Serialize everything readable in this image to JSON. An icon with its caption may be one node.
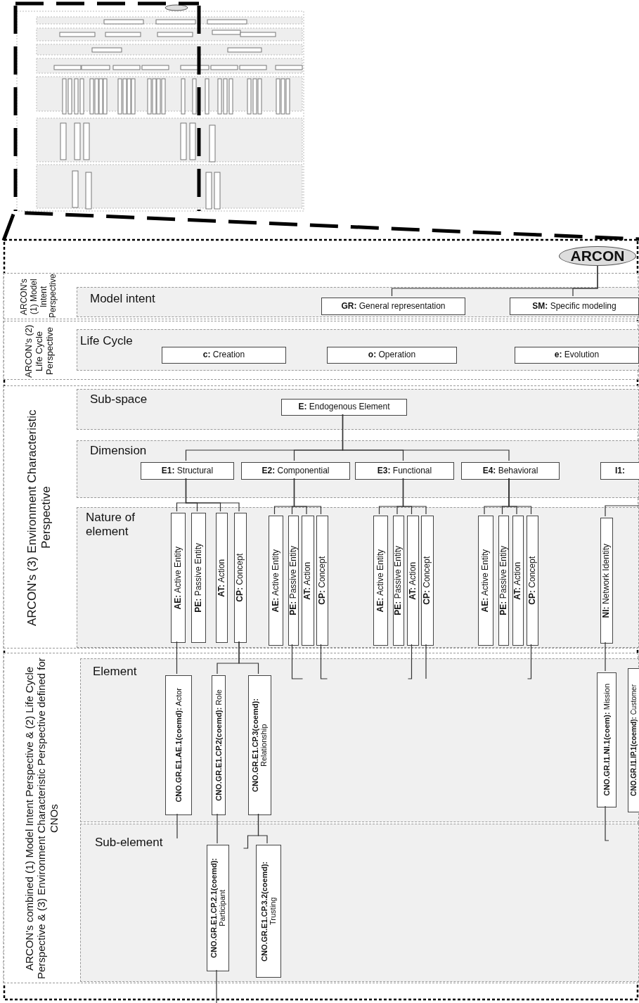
{
  "diagram": {
    "nodes": [
      {
        "text": [
          "ARCON"
        ]
      },
      {
        "text": [
          "ARCON's (1) Model Intent Perspective"
        ]
      },
      {
        "text": [
          "Model intent"
        ],
        "in": 1
      },
      {
        "text": [
          "**GR:** General representation"
        ],
        "in": 2
      },
      {
        "text": [
          "**SM:** Specific modeling"
        ],
        "in": 2
      },
      {
        "text": [
          "ARCON's (2) Life Cycle Perspective"
        ]
      },
      {
        "text": [
          "Life Cycle"
        ],
        "in": 5
      },
      {
        "text": [
          "**c:** Creation"
        ],
        "in": 6
      },
      {
        "text": [
          "**o:** Operation"
        ],
        "in": 6
      },
      {
        "text": [
          "**e:** Evolution"
        ],
        "in": 6
      },
      {
        "text": [
          "ARCON's (3) Environment Characteristic Perspective"
        ]
      },
      {
        "text": [
          "Sub-space"
        ],
        "in": 10
      },
      {
        "text": [
          "**E:** Endogenous Element"
        ],
        "in": 11
      },
      {
        "text": [
          "Dimension"
        ],
        "in": 10
      },
      {
        "text": [
          "**E1:** Structural"
        ],
        "in": 13
      },
      {
        "text": [
          "**E2:** Componential"
        ],
        "in": 13
      },
      {
        "text": [
          "**E3:** Functional"
        ],
        "in": 13
      },
      {
        "text": [
          "**E4:** Behavioral"
        ],
        "in": 13
      },
      {
        "text": [
          "**I1:**"
        ],
        "in": 13
      },
      {
        "text": [
          "Nature of element"
        ],
        "in": 10
      },
      {
        "text": [
          "**AE:** Active Entity"
        ],
        "in": 19
      },
      {
        "text": [
          "**PE:** Passive Entity"
        ],
        "in": 19
      },
      {
        "text": [
          "**AT:** Action"
        ],
        "in": 19
      },
      {
        "text": [
          "**CP:** Concept"
        ],
        "in": 19
      },
      {
        "text": [
          "**AE:** Active Entity"
        ],
        "in": 19
      },
      {
        "text": [
          "**PE:** Passive Entity"
        ],
        "in": 19
      },
      {
        "text": [
          "**AT:** Action"
        ],
        "in": 19
      },
      {
        "text": [
          "**CP:** Concept"
        ],
        "in": 19
      },
      {
        "text": [
          "**AE:** Active Entity"
        ],
        "in": 19
      },
      {
        "text": [
          "**PE:** Passive Entity"
        ],
        "in": 19
      },
      {
        "text": [
          "**AT:** Action"
        ],
        "in": 19
      },
      {
        "text": [
          "**CP:** Concept"
        ],
        "in": 19
      },
      {
        "text": [
          "**AE:** Active Entity"
        ],
        "in": 19
      },
      {
        "text": [
          "**PE:** Passive Entity"
        ],
        "in": 19
      },
      {
        "text": [
          "**AT:** Action"
        ],
        "in": 19
      },
      {
        "text": [
          "**CP:** Concept"
        ],
        "in": 19
      },
      {
        "text": [
          "**NI:** Network Identity"
        ],
        "in": 19
      },
      {
        "text": [
          "ARCON's combined (1) Model Intent Perspective & (2) Life Cycle Perspective & (3) Environment Characteristic Perspective defined for CNOs"
        ]
      },
      {
        "text": [
          "Element"
        ],
        "in": 37
      },
      {
        "text": [
          "**CNO.GR.E1.AE.1(coemd):** Actor"
        ],
        "in": 38
      },
      {
        "text": [
          "**CNO.GR.E1.CP.2(coemd):** Role"
        ],
        "in": 38
      },
      {
        "text": [
          "**CNO.GR.E1.CP.3(coemd):** Relationship"
        ],
        "in": 38
      },
      {
        "text": [
          "**CNO.GR.I1.NI.1(coem):** Mission"
        ],
        "in": 38
      },
      {
        "text": [
          "**CNO.GR.I1.IP.1(coemd):** Customer"
        ],
        "in": 38
      },
      {
        "text": [
          "Sub-element"
        ],
        "in": 37
      },
      {
        "text": [
          "**CNO.GR.E1.CP.2.1(coemd):** Participant"
        ],
        "in": 44
      },
      {
        "text": [
          "**CNO.GR.E1.CP.3.2(coemd):** Trusting"
        ],
        "in": 44
      }
    ],
    "edges": [
      {
        "from": 0,
        "to": 3,
        "arrow": "none"
      },
      {
        "from": 0,
        "to": 4,
        "arrow": "none"
      },
      {
        "from": 12,
        "to": 14,
        "arrow": "none"
      },
      {
        "from": 12,
        "to": 15,
        "arrow": "none"
      },
      {
        "from": 12,
        "to": 16,
        "arrow": "none"
      },
      {
        "from": 12,
        "to": 17,
        "arrow": "none"
      },
      {
        "from": 14,
        "to": 20,
        "arrow": "none"
      },
      {
        "from": 14,
        "to": 21,
        "arrow": "none"
      },
      {
        "from": 14,
        "to": 22,
        "arrow": "none"
      },
      {
        "from": 14,
        "to": 23,
        "arrow": "none"
      },
      {
        "from": 15,
        "to": 24,
        "arrow": "none"
      },
      {
        "from": 15,
        "to": 25,
        "arrow": "none"
      },
      {
        "from": 15,
        "to": 26,
        "arrow": "none"
      },
      {
        "from": 15,
        "to": 27,
        "arrow": "none"
      },
      {
        "from": 16,
        "to": 28,
        "arrow": "none"
      },
      {
        "from": 16,
        "to": 29,
        "arrow": "none"
      },
      {
        "from": 16,
        "to": 30,
        "arrow": "none"
      },
      {
        "from": 16,
        "to": 31,
        "arrow": "none"
      },
      {
        "from": 17,
        "to": 32,
        "arrow": "none"
      },
      {
        "from": 17,
        "to": 33,
        "arrow": "none"
      },
      {
        "from": 17,
        "to": 34,
        "arrow": "none"
      },
      {
        "from": 17,
        "to": 35,
        "arrow": "none"
      },
      {
        "from": null,
        "to": 36,
        "arrow": "none"
      },
      {
        "from": 20,
        "to": 39,
        "arrow": "none"
      },
      {
        "from": 23,
        "to": 40,
        "arrow": "none"
      },
      {
        "from": 23,
        "to": 41,
        "arrow": "none"
      },
      {
        "from": 40,
        "to": 45,
        "arrow": "none"
      },
      {
        "from": 41,
        "to": 46,
        "arrow": "none"
      },
      {
        "from": 25,
        "to": null,
        "arrow": "none"
      },
      {
        "from": 27,
        "to": null,
        "arrow": "none"
      },
      {
        "from": 30,
        "to": null,
        "arrow": "none"
      },
      {
        "from": 31,
        "to": null,
        "arrow": "none"
      },
      {
        "from": 35,
        "to": null,
        "arrow": "none"
      },
      {
        "from": 39,
        "to": null,
        "arrow": "none"
      },
      {
        "from": 36,
        "to": 42,
        "arrow": "none"
      },
      {
        "from": 42,
        "to": null,
        "arrow": "none"
      },
      {
        "from": 45,
        "to": null,
        "arrow": "none"
      },
      {
        "from": 41,
        "to": null,
        "arrow": "none"
      }
    ]
  }
}
